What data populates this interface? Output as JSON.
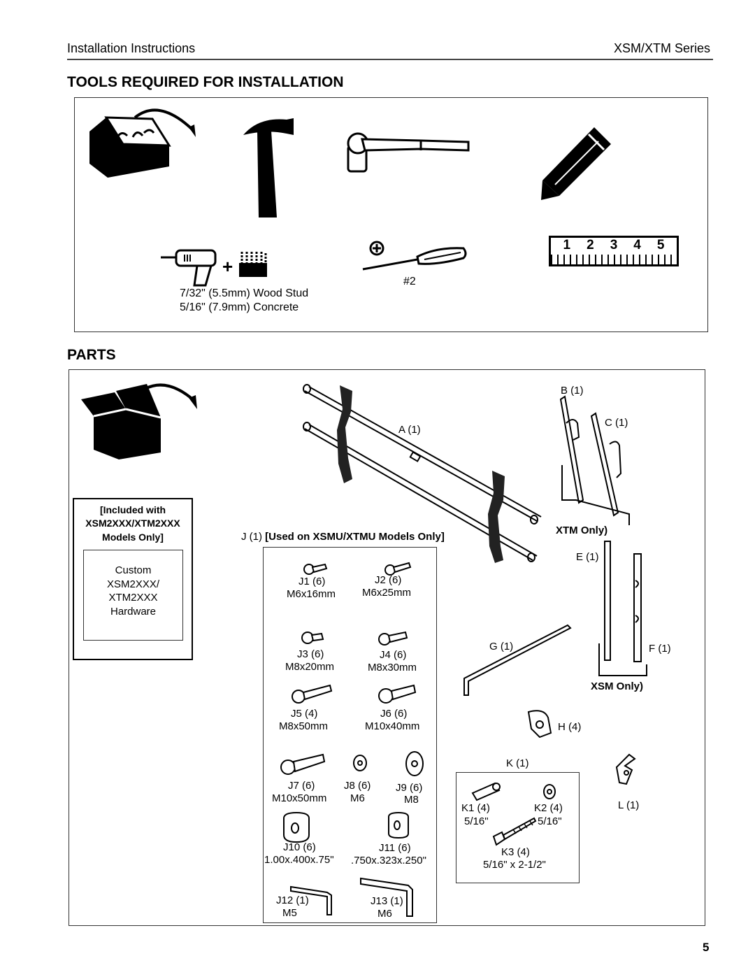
{
  "header": {
    "left": "Installation Instructions",
    "right": "XSM/XTM Series"
  },
  "tools": {
    "title": "TOOLS REQUIRED FOR INSTALLATION",
    "drill_line1": "7/32\" (5.5mm) Wood Stud",
    "drill_line2": "5/16\" (7.9mm) Concrete",
    "screwdriver": "#2",
    "ruler_numbers": [
      "1",
      "2",
      "3",
      "4",
      "5"
    ],
    "icons": [
      "toolbox-icon",
      "hammer-icon",
      "socket-wrench-icon",
      "pencil-icon",
      "drill-icon",
      "drill-bits-icon",
      "screwdriver-icon",
      "ruler-icon"
    ]
  },
  "parts": {
    "title": "PARTS",
    "included": {
      "line1": "[Included with",
      "line2": "XSM2XXX/XTM2XXX",
      "line3": "Models Only]"
    },
    "custom": {
      "line1": "Custom",
      "line2": "XSM2XXX/",
      "line3": "XTM2XXX",
      "line4": "Hardware"
    },
    "a": "A (1)",
    "b": "B (1)",
    "c": "C (1)",
    "xtm_only": "XTM Only)",
    "e": "E (1)",
    "f": "F (1)",
    "xsm_only": "XSM Only)",
    "g": "G (1)",
    "h": "H (4)",
    "l": "L (1)",
    "j_title_prefix": "J (1)",
    "j_title_bold": "[Used on XSMU/XTMU Models Only]",
    "j1": {
      "name": "J1 (6)",
      "size": "M6x16mm"
    },
    "j2": {
      "name": "J2 (6)",
      "size": "M6x25mm"
    },
    "j3": {
      "name": "J3 (6)",
      "size": "M8x20mm"
    },
    "j4": {
      "name": "J4 (6)",
      "size": "M8x30mm"
    },
    "j5": {
      "name": "J5 (4)",
      "size": "M8x50mm"
    },
    "j6": {
      "name": "J6 (6)",
      "size": "M10x40mm"
    },
    "j7": {
      "name": "J7 (6)",
      "size": "M10x50mm"
    },
    "j8": {
      "name": "J8 (6)",
      "size": "M6"
    },
    "j9": {
      "name": "J9 (6)",
      "size": "M8"
    },
    "j10": {
      "name": "J10 (6)",
      "size": "1.00x.400x.75\""
    },
    "j11": {
      "name": "J11 (6)",
      "size": ".750x.323x.250\""
    },
    "j12": {
      "name": "J12 (1)",
      "size": "M5"
    },
    "j13": {
      "name": "J13 (1)",
      "size": "M6"
    },
    "k": "K (1)",
    "k1": {
      "name": "K1 (4)",
      "size": "5/16\""
    },
    "k2": {
      "name": "K2 (4)",
      "size": "5/16\""
    },
    "k3": {
      "name": "K3 (4)",
      "size": "5/16\" x 2-1/2\""
    }
  },
  "page_number": "5"
}
